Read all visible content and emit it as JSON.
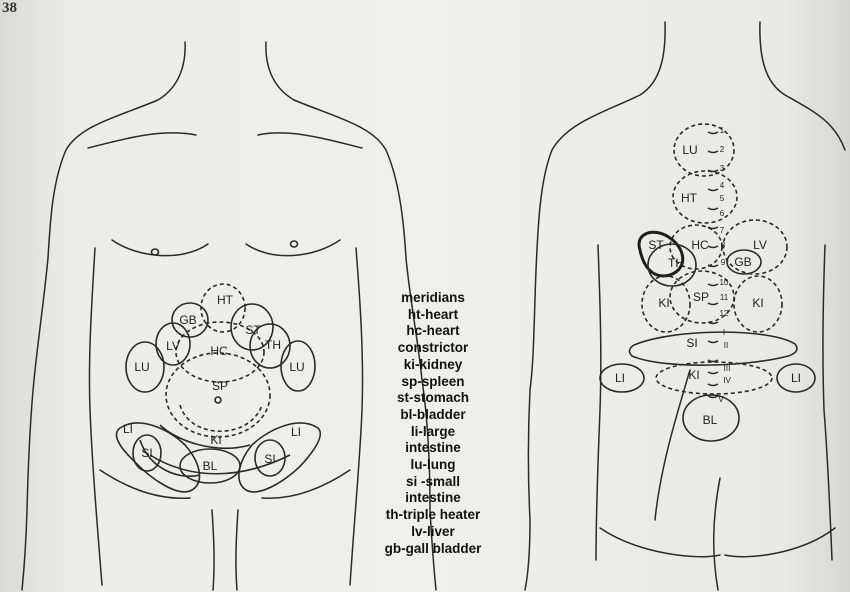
{
  "page_number": "38",
  "front_labels": {
    "ht": "HT",
    "gb": "GB",
    "st": "ST",
    "lv": "LV",
    "hc": "HC",
    "th": "TH",
    "lu_left": "LU",
    "lu_right": "LU",
    "sp": "SP",
    "li_left": "LI",
    "li_right": "LI",
    "si_left": "SI",
    "si_right": "SI",
    "ki": "KI",
    "bl": "BL"
  },
  "back_labels": {
    "lu": "LU",
    "ht": "HT",
    "st": "ST",
    "th": "TH",
    "hc": "HC",
    "lv": "LV",
    "gb": "GB",
    "ki_left": "KI",
    "sp": "SP",
    "ki_right": "KI",
    "si": "SI",
    "li_left": "LI",
    "ki_lower": "KI",
    "li_right": "LI",
    "bl": "BL"
  },
  "vertebrae_thoracic": [
    "1",
    "2",
    "3",
    "4",
    "5",
    "6",
    "7",
    "8",
    "9",
    "10",
    "11",
    "12"
  ],
  "vertebrae_lumbar": [
    "I",
    "II",
    "III",
    "IV",
    "V"
  ],
  "legend": [
    "meridians",
    "ht-heart",
    "hc-heart",
    "constrictor",
    "ki-kidney",
    "sp-spleen",
    "st-stomach",
    "bl-bladder",
    "li-large",
    "intestine",
    "lu-lung",
    "si -small",
    "intestine",
    "th-triple heater",
    "lv-liver",
    "gb-gall bladder"
  ]
}
